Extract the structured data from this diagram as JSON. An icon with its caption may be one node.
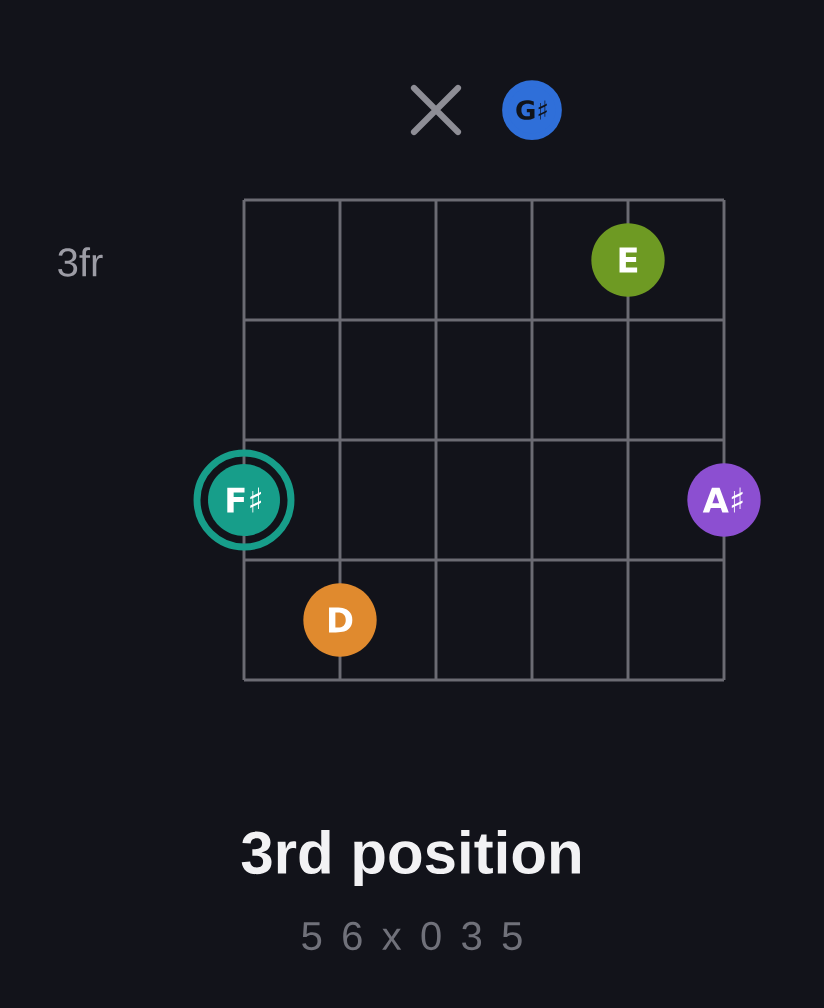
{
  "diagram": {
    "title": "3rd position",
    "caption": "5 6 x 0 3 5",
    "nodes": [
      {
        "text": [
          "G♯"
        ]
      },
      {
        "text": [
          "E"
        ]
      },
      {
        "text": [
          "F♯"
        ]
      },
      {
        "text": [
          "A♯"
        ]
      },
      {
        "text": [
          "D"
        ]
      }
    ],
    "labels": [
      "3fr"
    ]
  }
}
